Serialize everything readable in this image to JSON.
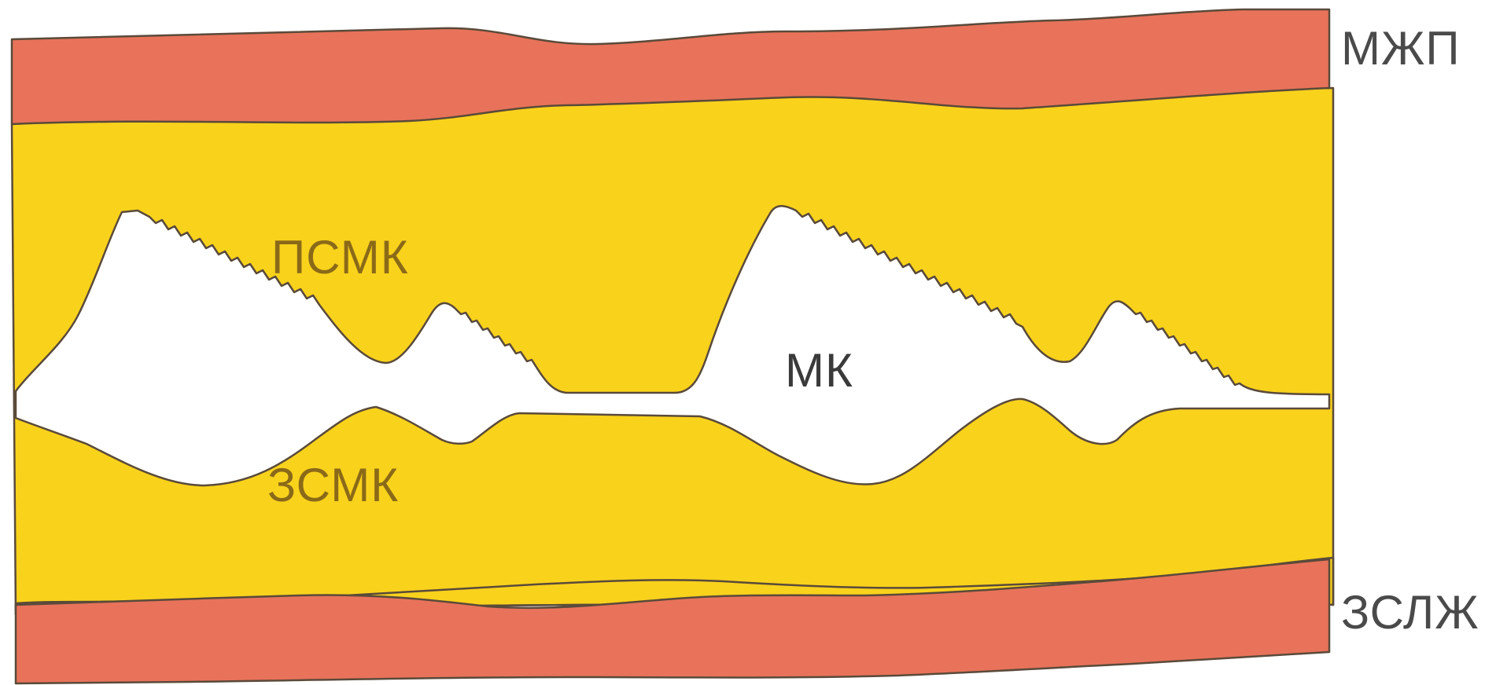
{
  "labels": {
    "septum": "МЖП",
    "anterior_leaflet": "ПСМК",
    "mitral_valve": "МК",
    "posterior_leaflet": "ЗСМК",
    "posterior_wall": "ЗСЛЖ"
  },
  "colors": {
    "wall_red": "#e8735a",
    "leaflet_yellow": "#f9d21c",
    "background": "#ffffff",
    "outline": "#5a4a3a"
  }
}
